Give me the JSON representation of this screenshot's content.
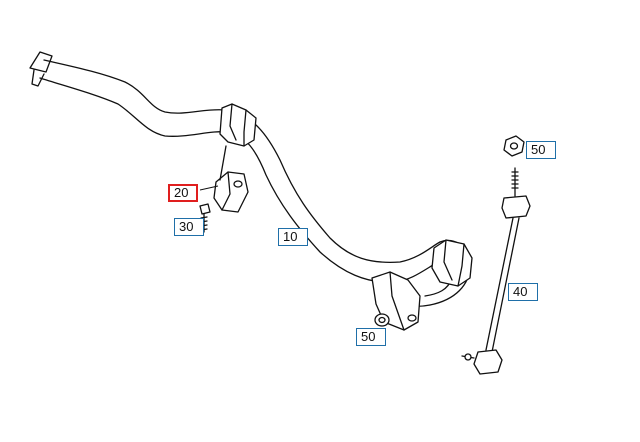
{
  "colors": {
    "callout_border": "#1f6fa8",
    "selected_border": "#e01e1e",
    "line": "#111111"
  },
  "callouts": {
    "c10": "10",
    "c20": "20",
    "c30": "30",
    "c40": "40",
    "c50_top": "50",
    "c50_bottom": "50"
  },
  "selected_part": "20"
}
